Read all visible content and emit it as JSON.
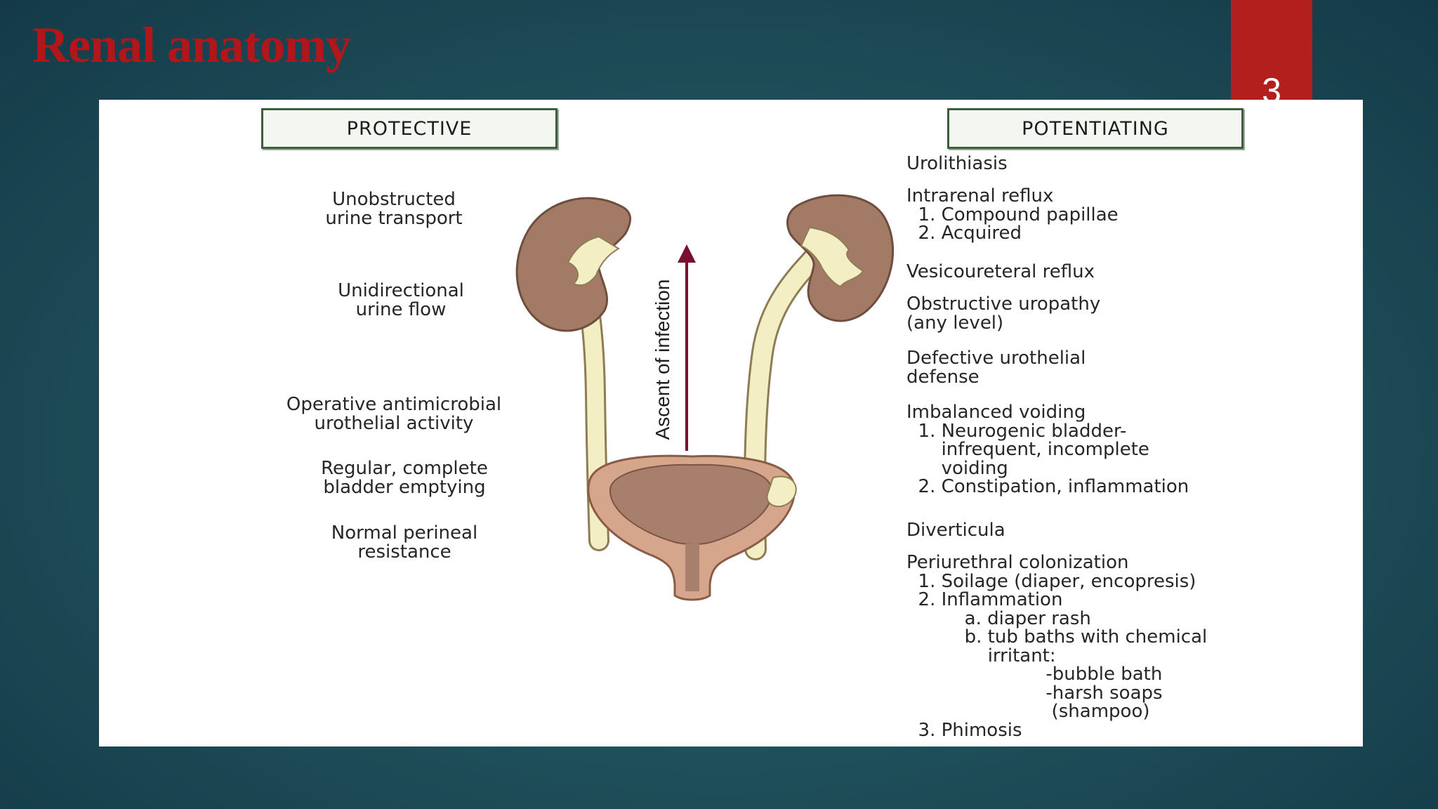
{
  "slide": {
    "title": "Renal anatomy",
    "page_number": "3"
  },
  "diagram": {
    "protective_header": "PROTECTIVE",
    "potentiating_header": "POTENTIATING",
    "arrow_label": "Ascent of infection",
    "protective": [
      "Unobstructed\nurine transport",
      "Unidirectional\nurine flow",
      "Operative antimicrobial\nurothelial activity",
      "Regular, complete\nbladder emptying",
      "Normal perineal\nresistance"
    ],
    "potentiating": [
      "Urolithiasis",
      "Intrarenal reflux\n  1. Compound papillae\n  2. Acquired",
      "Vesicoureteral reflux",
      "Obstructive uropathy\n(any level)",
      "Defective urothelial\ndefense",
      "Imbalanced voiding\n  1. Neurogenic bladder-\n      infrequent, incomplete\n      voiding\n  2. Constipation, inflammation",
      "Diverticula",
      "Periurethral colonization\n  1. Soilage (diaper, encopresis)\n  2. Inflammation\n          a. diaper rash\n          b. tub baths with chemical\n              irritant:\n                        -bubble bath\n                        -harsh soaps\n                         (shampoo)\n  3. Phimosis"
    ],
    "colors": {
      "kidney_cortex": "#a37a66",
      "ureter_fill": "#f4eec4",
      "bladder_wall": "#d6a68c",
      "arrow": "#7a1030",
      "title_red": "#b0161a"
    }
  }
}
